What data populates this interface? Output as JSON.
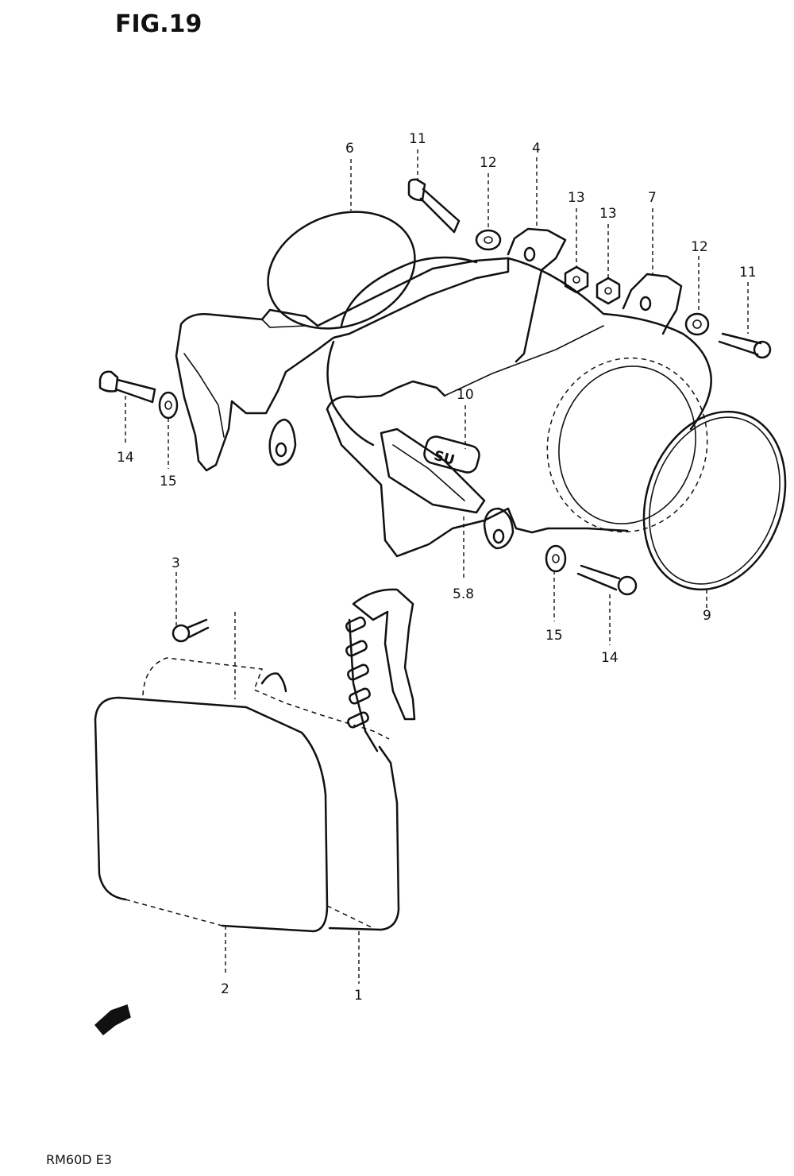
{
  "figure_title": "FIG.19",
  "model_label": "RM60D E3",
  "fork_emblem_text": "SU",
  "callouts": [
    {
      "id": "c-6",
      "label": "6"
    },
    {
      "id": "c-11a",
      "label": "11"
    },
    {
      "id": "c-12a",
      "label": "12"
    },
    {
      "id": "c-4",
      "label": "4"
    },
    {
      "id": "c-13a",
      "label": "13"
    },
    {
      "id": "c-13b",
      "label": "13"
    },
    {
      "id": "c-7",
      "label": "7"
    },
    {
      "id": "c-12b",
      "label": "12"
    },
    {
      "id": "c-11b",
      "label": "11"
    },
    {
      "id": "c-10",
      "label": "10"
    },
    {
      "id": "c-14a",
      "label": "14"
    },
    {
      "id": "c-15a",
      "label": "15"
    },
    {
      "id": "c-58",
      "label": "5.8"
    },
    {
      "id": "c-3",
      "label": "3"
    },
    {
      "id": "c-15b",
      "label": "15"
    },
    {
      "id": "c-14b",
      "label": "14"
    },
    {
      "id": "c-9",
      "label": "9"
    },
    {
      "id": "c-2",
      "label": "2"
    },
    {
      "id": "c-1",
      "label": "1"
    }
  ]
}
